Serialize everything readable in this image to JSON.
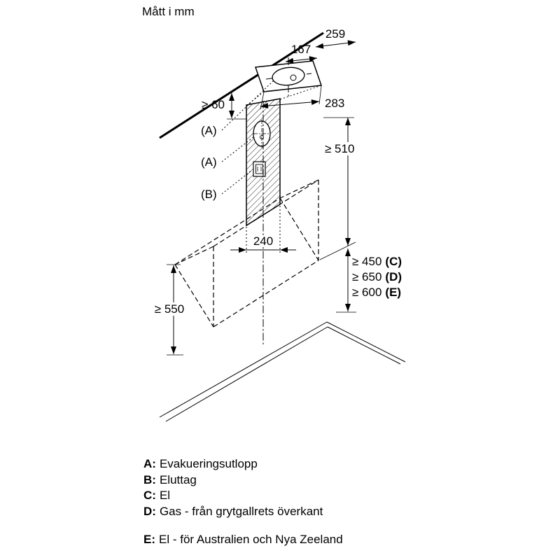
{
  "title": "Mått i mm",
  "colors": {
    "line": "#000000",
    "background": "#ffffff"
  },
  "dimensions": {
    "top_depth": "259",
    "top_width": "167",
    "plate_width": "283",
    "ceiling_gap": "≥ 60",
    "wall_min": "≥ 510",
    "duct_width": "240",
    "left_min": "≥ 550",
    "electric_min": {
      "value": "≥ 450",
      "ref": "(C)"
    },
    "gas_min": {
      "value": "≥ 650",
      "ref": "(D)"
    },
    "anz_min": {
      "value": "≥ 600",
      "ref": "(E)"
    }
  },
  "callouts": {
    "a1": "(A)",
    "a2": "(A)",
    "b": "(B)"
  },
  "legend": {
    "items": [
      {
        "key": "A:",
        "text": "Evakueringsutlopp"
      },
      {
        "key": "B:",
        "text": "Eluttag"
      },
      {
        "key": "C:",
        "text": "El"
      },
      {
        "key": "D:",
        "text": "Gas - från grytgallrets överkant"
      },
      {
        "key": "E:",
        "text": "El - för Australien och Nya Zeeland"
      }
    ]
  }
}
